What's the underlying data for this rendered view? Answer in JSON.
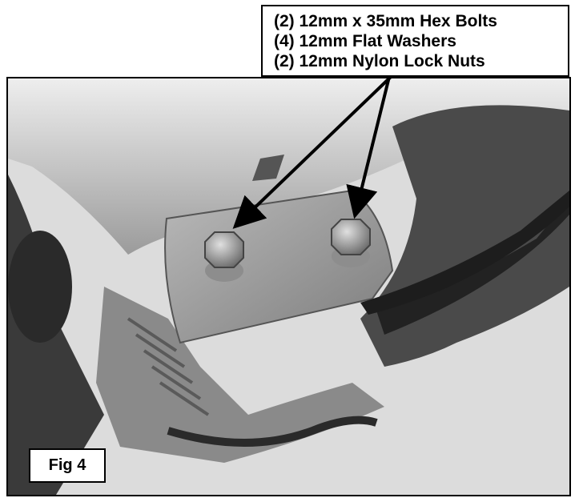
{
  "callout": {
    "lines": [
      "(2) 12mm x 35mm Hex Bolts",
      "(4) 12mm Flat Washers",
      "(2) 12mm Nylon Lock Nuts"
    ]
  },
  "figure": {
    "label": "Fig 4"
  },
  "colors": {
    "border": "#000000",
    "background": "#ffffff",
    "photo_tone": "#9a9a9a"
  }
}
